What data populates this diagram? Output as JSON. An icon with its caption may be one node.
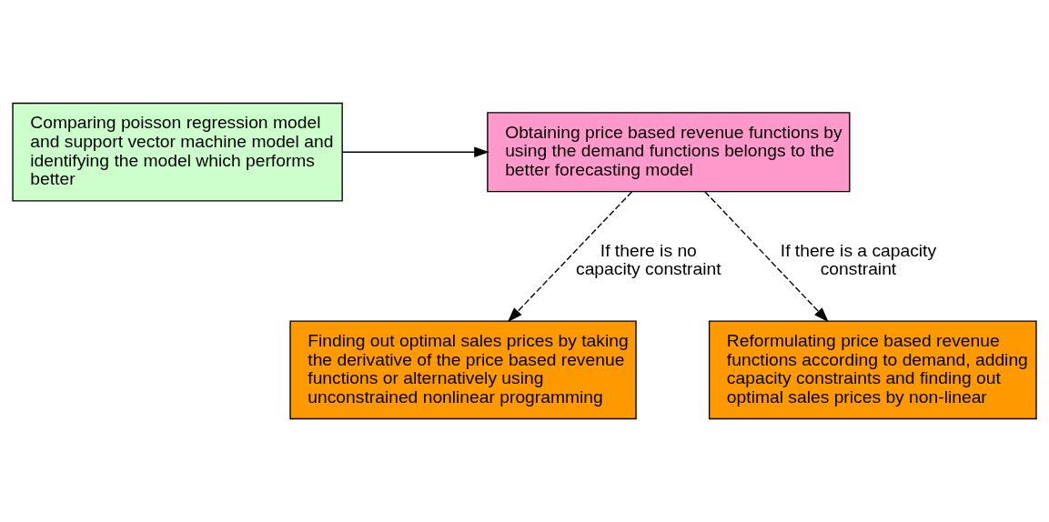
{
  "diagram": {
    "nodes": [
      {
        "text": [
          "Comparing poisson regression model and support vector machine model and identifying the model which performs better"
        ]
      },
      {
        "text": [
          "Obtaining price based revenue functions by using the demand functions belongs to the better forecasting model"
        ]
      },
      {
        "text": [
          "Finding out optimal sales prices by taking the derivative of the price based revenue functions or alternatively using unconstrained nonlinear programming"
        ]
      },
      {
        "text": [
          "Reformulating price based revenue functions according to demand, adding capacity constraints and finding out optimal sales prices by non-linear"
        ]
      }
    ],
    "edges": [
      {
        "from": 0,
        "to": 1,
        "arrow": "to"
      },
      {
        "from": 1,
        "to": 2,
        "arrow": "to",
        "style": "dashed",
        "label": "If there is no capacity constraint"
      },
      {
        "from": 1,
        "to": 3,
        "arrow": "to",
        "style": "dashed",
        "label": "If there is a capacity constraint"
      }
    ]
  }
}
